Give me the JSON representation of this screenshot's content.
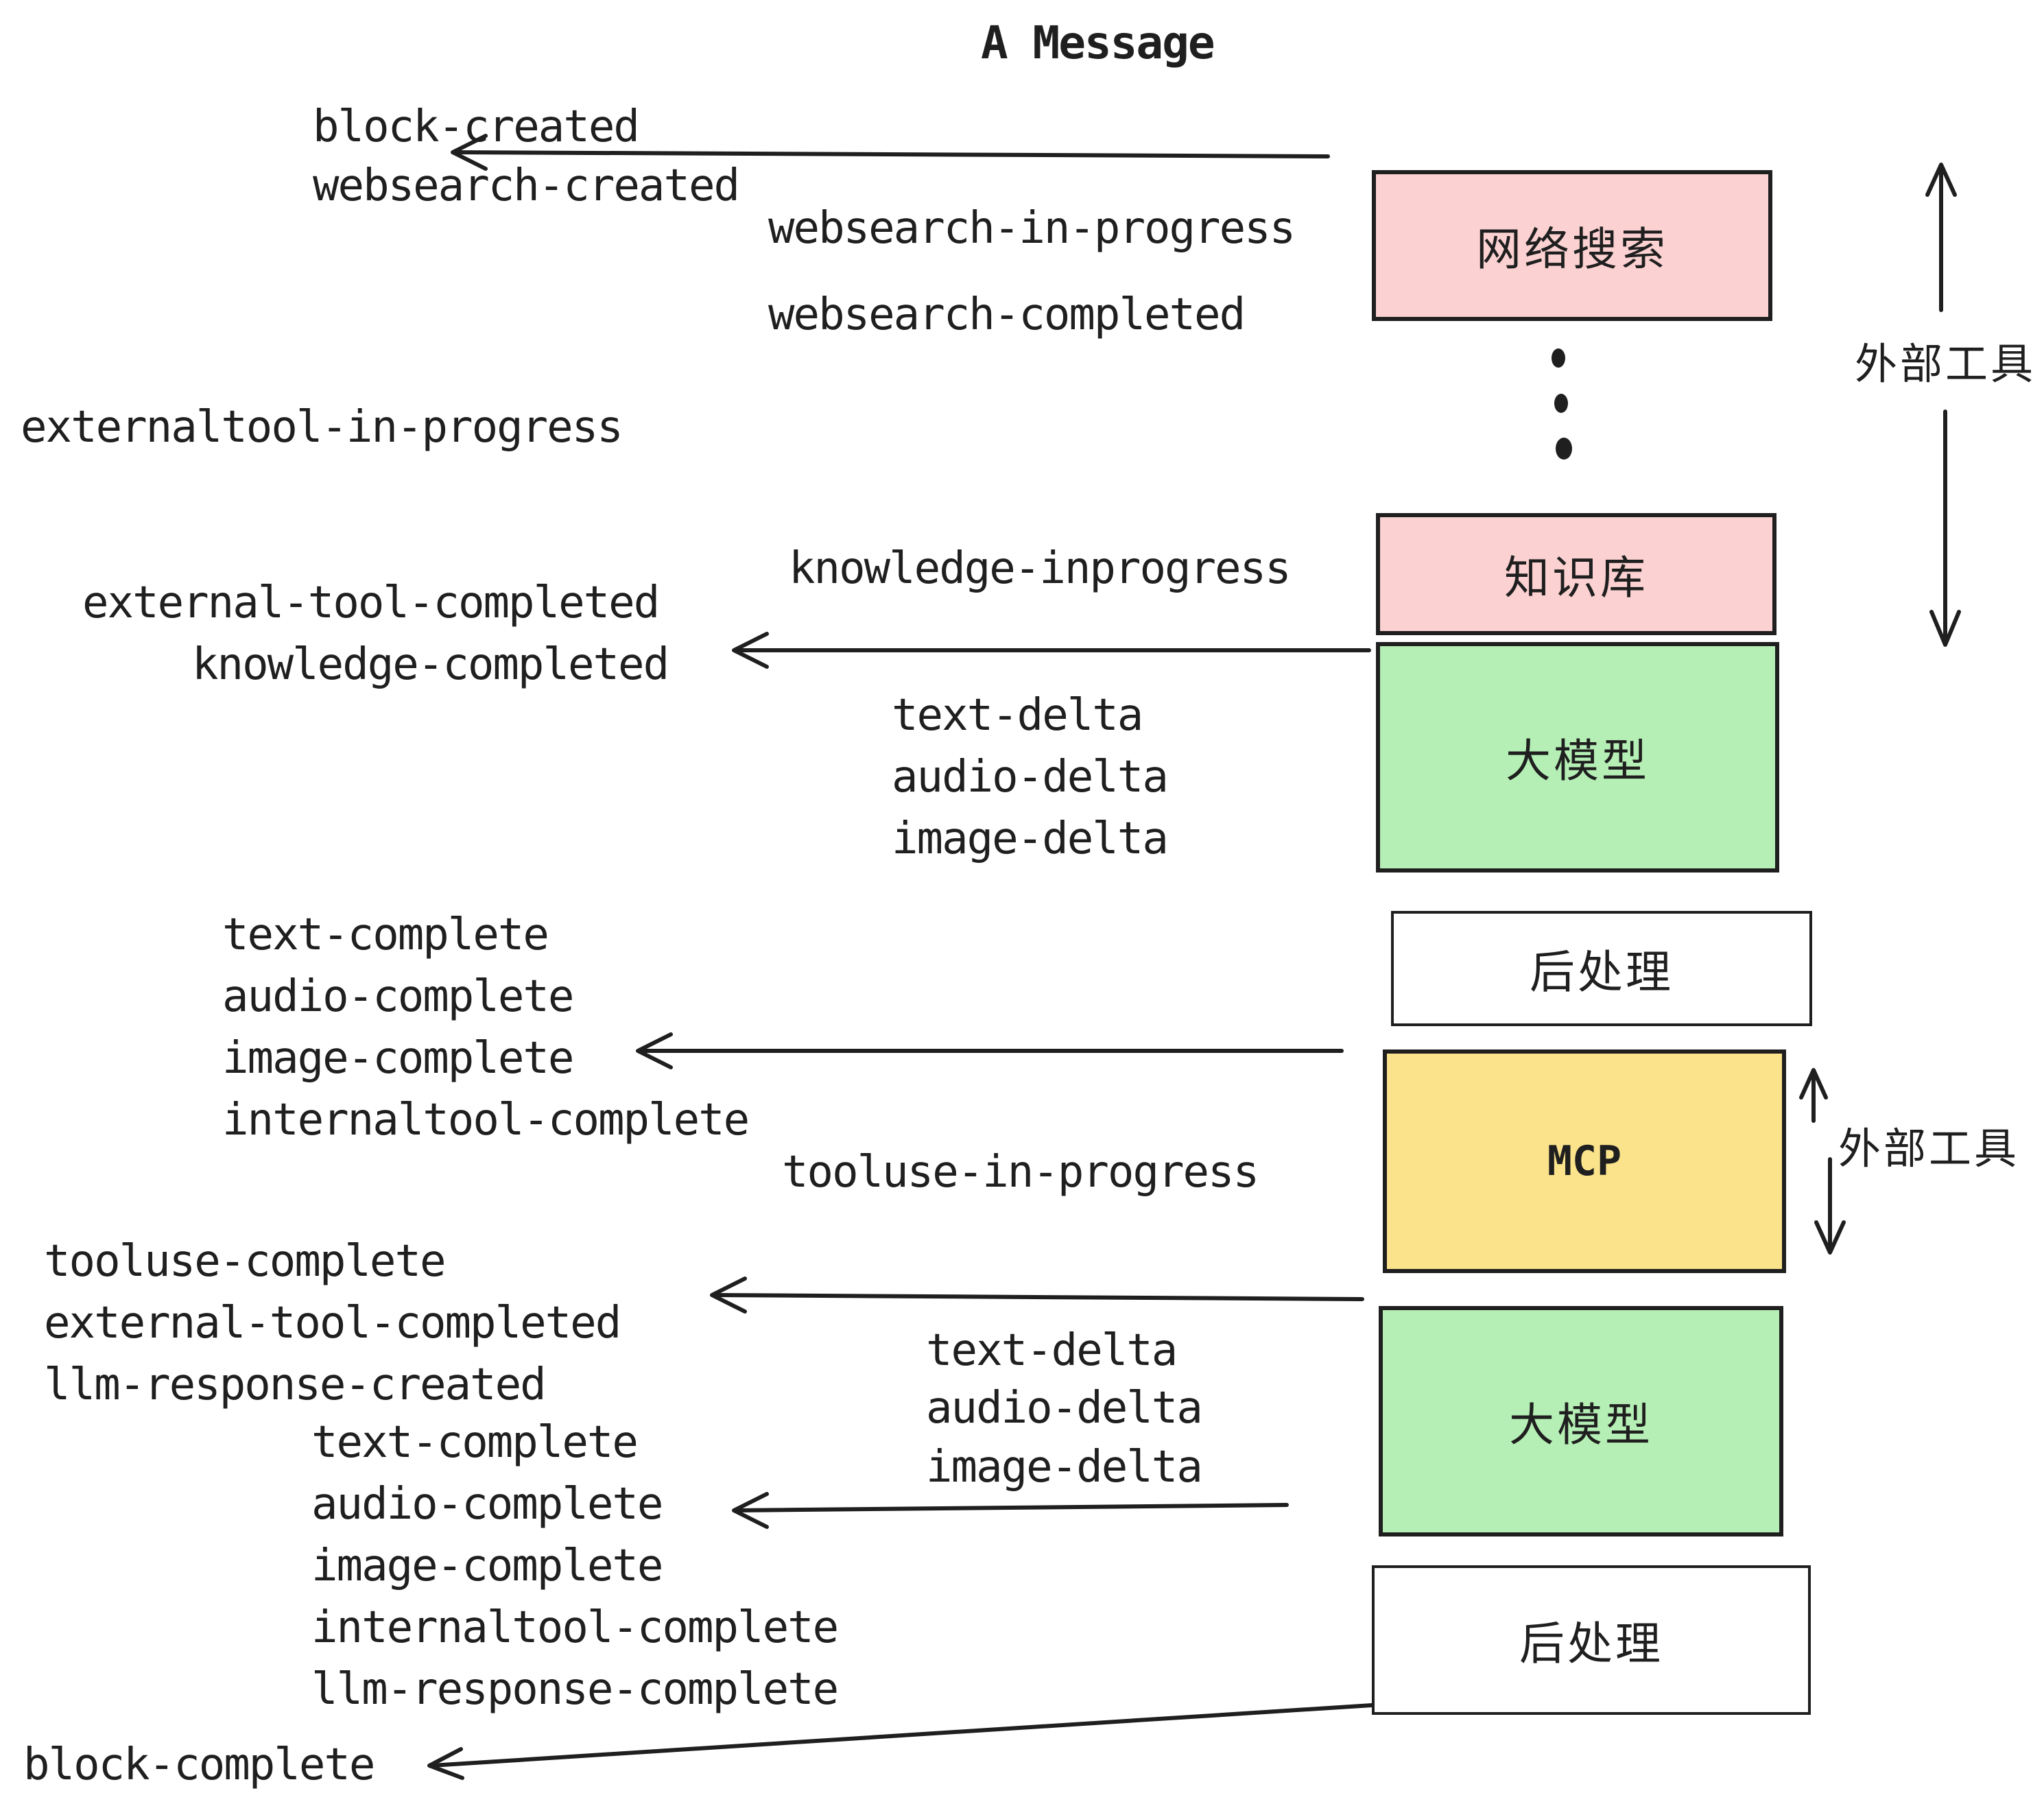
{
  "title": "A Message",
  "colors": {
    "pink": "#fbd1d1",
    "green": "#b5efb5",
    "yellow": "#fae38b",
    "white": "#ffffff",
    "ink": "#1f1f1f"
  },
  "boxes": [
    {
      "id": "websearch",
      "label": "网络搜索",
      "fill": "pink"
    },
    {
      "id": "knowledge",
      "label": "知识库",
      "fill": "pink"
    },
    {
      "id": "llm-1",
      "label": "大模型",
      "fill": "green"
    },
    {
      "id": "post-1",
      "label": "后处理",
      "fill": "white"
    },
    {
      "id": "mcp",
      "label": "MCP",
      "fill": "yellow"
    },
    {
      "id": "llm-2",
      "label": "大模型",
      "fill": "green"
    },
    {
      "id": "post-2",
      "label": "后处理",
      "fill": "white"
    }
  ],
  "side_labels": [
    "外部工具",
    "外部工具"
  ],
  "events": {
    "block_created": "block-created",
    "websearch_created": "websearch-created",
    "websearch_in_progress": "websearch-in-progress",
    "websearch_completed": "websearch-completed",
    "externaltool_in_progress": "externaltool-in-progress",
    "knowledge_inprogress": "knowledge-inprogress",
    "external_tool_completed_1": "external-tool-completed",
    "knowledge_completed": "knowledge-completed",
    "text_delta_1": "text-delta",
    "audio_delta_1": "audio-delta",
    "image_delta_1": "image-delta",
    "text_complete_1": "text-complete",
    "audio_complete_1": "audio-complete",
    "image_complete_1": "image-complete",
    "internaltool_complete_1": "internaltool-complete",
    "tooluse_in_progress": "tooluse-in-progress",
    "tooluse_complete": "tooluse-complete",
    "external_tool_completed_2": "external-tool-completed",
    "llm_response_created": "llm-response-created",
    "text_delta_2": "text-delta",
    "audio_delta_2": "audio-delta",
    "image_delta_2": "image-delta",
    "text_complete_2": "text-complete",
    "audio_complete_2": "audio-complete",
    "image_complete_2": "image-complete",
    "internaltool_complete_2": "internaltool-complete",
    "llm_response_complete": "llm-response-complete",
    "block_complete": "block-complete"
  }
}
